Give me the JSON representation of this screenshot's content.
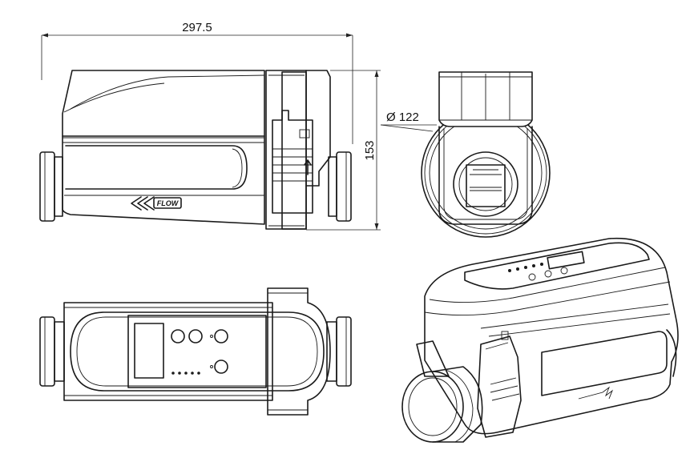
{
  "dimensions": {
    "length": "297.5",
    "height": "153",
    "diameter": "Ø 122"
  },
  "labels": {
    "flow": "FLOW"
  }
}
